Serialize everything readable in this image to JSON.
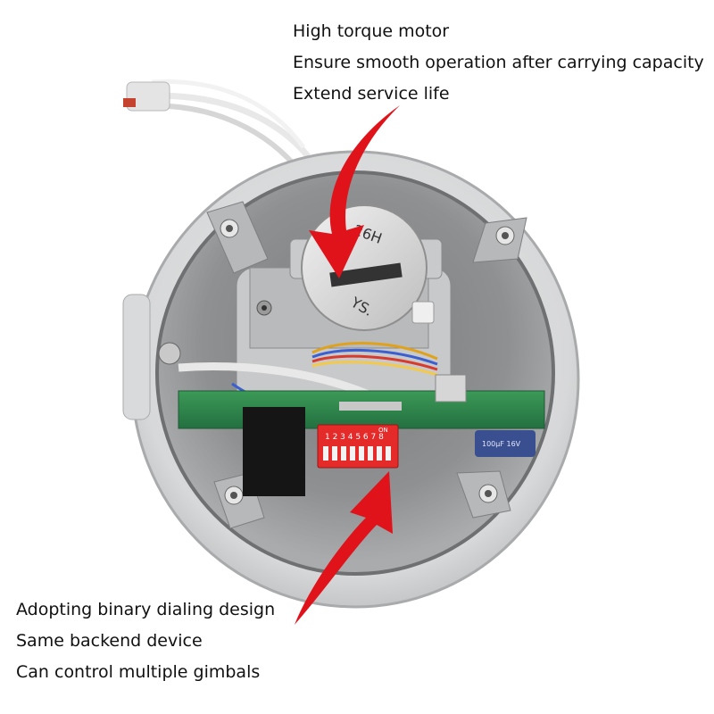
{
  "annotations": {
    "motor": {
      "lines": [
        "High torque motor",
        "Ensure smooth operation after carrying capacity",
        "Extend service life"
      ]
    },
    "dip_switch": {
      "lines": [
        "Adopting binary dialing design",
        "Same backend device",
        "Can control multiple gimbals"
      ]
    }
  },
  "component_markings": {
    "motor_label_top": "26H",
    "motor_label_bottom": "YS.",
    "dip_switch_numbers": "1 2 3 4 5 6 7 8",
    "dip_switch_on": "ON",
    "capacitor_label": "100μF 16V"
  },
  "colors": {
    "arrow": "#e0121a",
    "housing": "#c9cacb",
    "pcb": "#2f8a4a",
    "dip_switch": "#e52a2a"
  },
  "icons": [
    "arrow-down-icon",
    "arrow-up-icon"
  ]
}
